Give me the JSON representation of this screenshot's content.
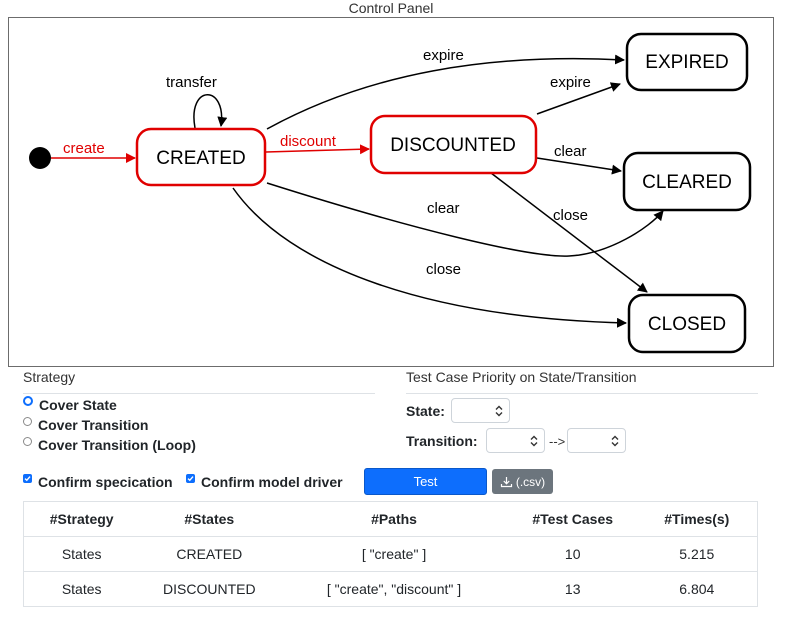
{
  "panel": {
    "title": "Control Panel"
  },
  "diagram": {
    "states": {
      "created": "CREATED",
      "discounted": "DISCOUNTED",
      "expired": "EXPIRED",
      "cleared": "CLEARED",
      "closed": "CLOSED"
    },
    "transitions": {
      "create": "create",
      "transfer": "transfer",
      "discount": "discount",
      "expire_created": "expire",
      "expire_discounted": "expire",
      "clear_discounted": "clear",
      "clear_created": "clear",
      "close_discounted": "close",
      "close_created": "close"
    },
    "colors": {
      "active": "#e00000",
      "default": "#000000"
    }
  },
  "strategy": {
    "title": "Strategy",
    "options": [
      "Cover State",
      "Cover Transition",
      "Cover Transition (Loop)"
    ],
    "selected": "Cover State"
  },
  "priority": {
    "title": "Test Case Priority on State/Transition",
    "state_label": "State:",
    "transition_label": "Transition:",
    "arrow": "-->"
  },
  "options": {
    "confirm_specification": "Confirm specication",
    "confirm_model_driver": "Confirm model driver"
  },
  "actions": {
    "test_label": "Test",
    "csv_label": "(.csv)"
  },
  "results": {
    "headers": [
      "#Strategy",
      "#States",
      "#Paths",
      "#Test Cases",
      "#Times(s)"
    ],
    "rows": [
      [
        "States",
        "CREATED",
        "[ \"create\" ]",
        "10",
        "5.215"
      ],
      [
        "States",
        "DISCOUNTED",
        "[ \"create\", \"discount\" ]",
        "13",
        "6.804"
      ]
    ]
  },
  "accent": "#0d6efd"
}
